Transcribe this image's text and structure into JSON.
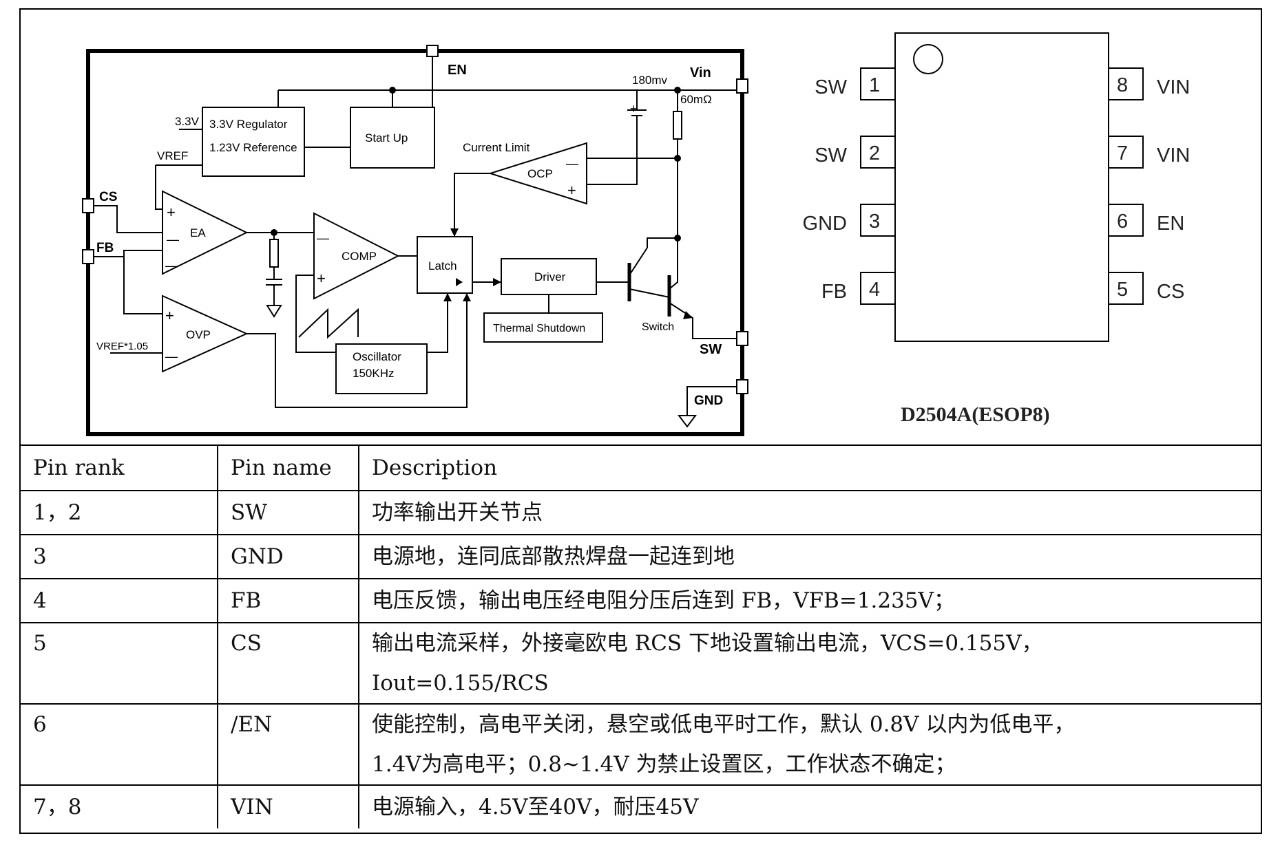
{
  "block_diagram": {
    "labels": {
      "en": "EN",
      "vin": "Vin",
      "sense_voltage": "180mv",
      "sense_resistor": "60mΩ",
      "rail_3v3": "3.3V",
      "vref": "VREF",
      "cs": "CS",
      "fb": "FB",
      "vref_ovp": "VREF*1.05",
      "regulator_line1": "3.3V Regulator",
      "regulator_line2": "1.23V Reference",
      "startup": "Start Up",
      "current_limit": "Current Limit",
      "ocp": "OCP",
      "ea": "EA",
      "comp": "COMP",
      "ovp": "OVP",
      "latch": "Latch",
      "driver": "Driver",
      "thermal": "Thermal Shutdown",
      "oscillator_line1": "Oscillator",
      "oscillator_line2": "150KHz",
      "switch": "Switch",
      "sw": "SW",
      "gnd": "GND",
      "plus": "+",
      "minus": "—"
    }
  },
  "package": {
    "name": "D2504A(ESOP8)",
    "left_pins": [
      {
        "number": "1",
        "name": "SW"
      },
      {
        "number": "2",
        "name": "SW"
      },
      {
        "number": "3",
        "name": "GND"
      },
      {
        "number": "4",
        "name": "FB"
      }
    ],
    "right_pins": [
      {
        "number": "8",
        "name": "VIN"
      },
      {
        "number": "7",
        "name": "VIN"
      },
      {
        "number": "6",
        "name": "EN"
      },
      {
        "number": "5",
        "name": "CS"
      }
    ]
  },
  "pin_table": {
    "headers": [
      "Pin rank",
      "Pin name",
      "Description"
    ],
    "rows": [
      {
        "rank": "1，2",
        "name": "SW",
        "desc": [
          "功率输出开关节点"
        ]
      },
      {
        "rank": "3",
        "name": "GND",
        "desc": [
          "电源地，连同底部散热焊盘一起连到地"
        ]
      },
      {
        "rank": "4",
        "name": "FB",
        "desc": [
          "电压反馈，输出电压经电阻分压后连到 FB，VFB=1.235V；"
        ]
      },
      {
        "rank": "5",
        "name": "CS",
        "desc": [
          "输出电流采样，外接毫欧电 RCS 下地设置输出电流，VCS=0.155V，",
          "Iout=0.155/RCS"
        ]
      },
      {
        "rank": "6",
        "name": "/EN",
        "desc": [
          "使能控制，高电平关闭，悬空或低电平时工作，默认 0.8V 以内为低电平，",
          "1.4V为高电平；0.8~1.4V 为禁止设置区，工作状态不确定；"
        ]
      },
      {
        "rank": "7，8",
        "name": "VIN",
        "desc": [
          "电源输入，4.5V至40V，耐压45V"
        ]
      }
    ]
  }
}
